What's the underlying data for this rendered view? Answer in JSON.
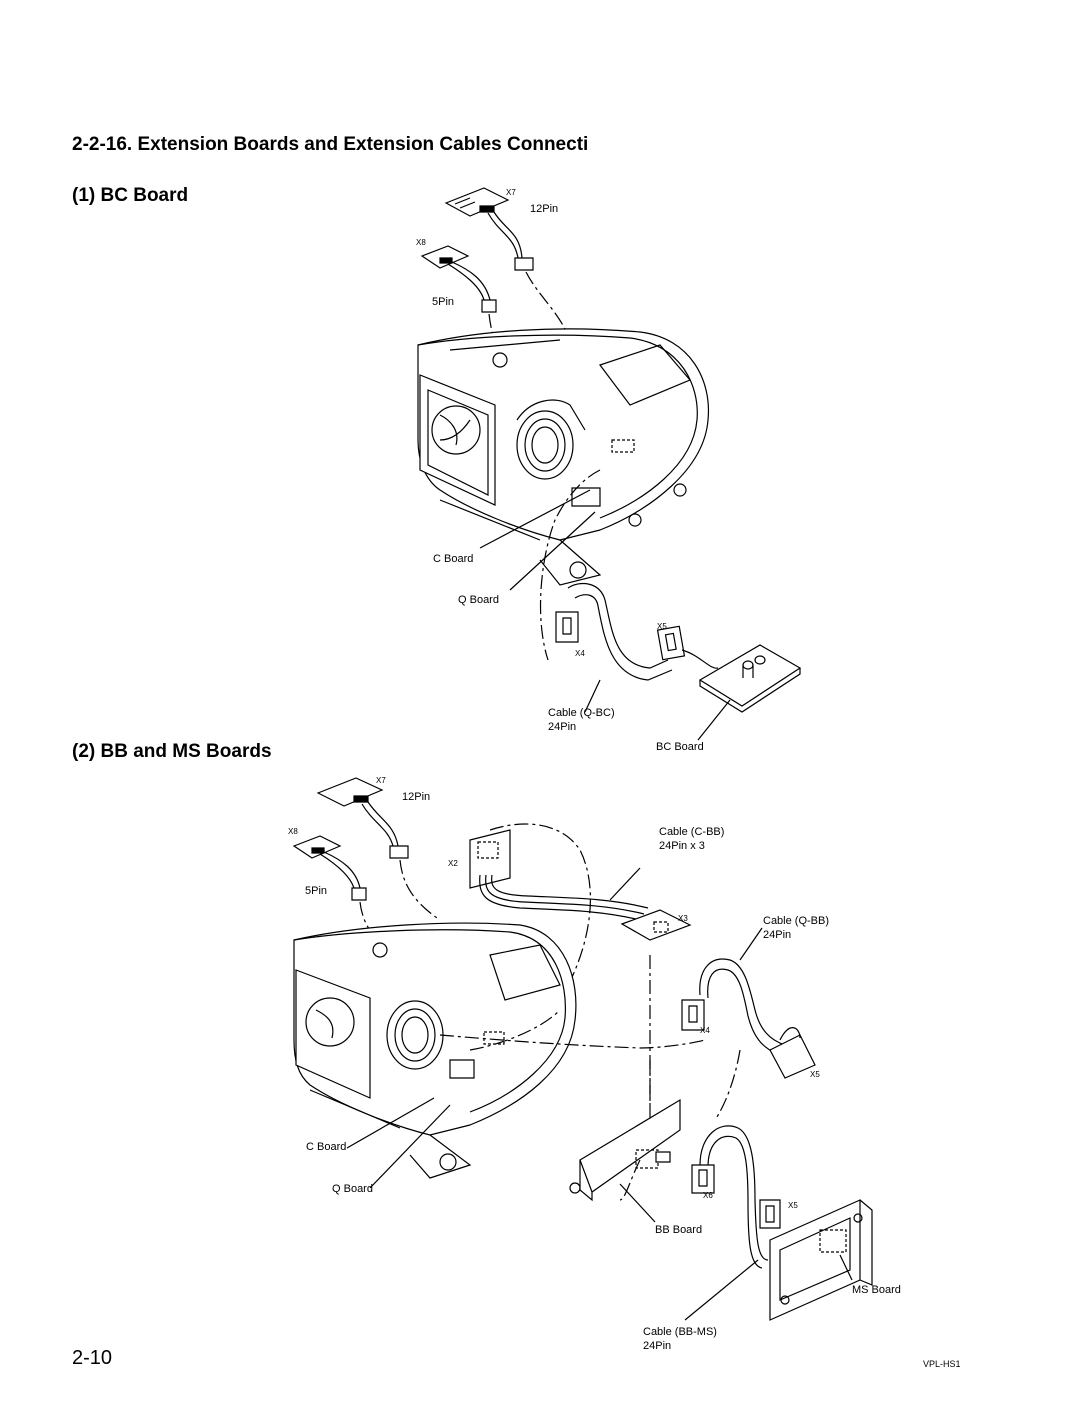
{
  "section": {
    "title": "2-2-16.  Extension Boards and Extension Cables Connecti",
    "sub1": "(1)  BC Board",
    "sub2": "(2) BB and MS Boards"
  },
  "diagram1": {
    "labels": {
      "x7": "X7",
      "pin12": "12Pin",
      "x8": "X8",
      "pin5": "5Pin",
      "c_board": "C Board",
      "q_board": "Q Board",
      "x5": "X5",
      "x4": "X4",
      "cable": "Cable (Q-BC)",
      "cable_pins": "24Pin",
      "bc_board": "BC Board"
    }
  },
  "diagram2": {
    "labels": {
      "x7": "X7",
      "pin12": "12Pin",
      "x8": "X8",
      "pin5": "5Pin",
      "x2": "X2",
      "cable_cbb": "Cable (C-BB)",
      "cable_cbb_pins": "24Pin x 3",
      "x3": "X3",
      "cable_qbb": "Cable (Q-BB)",
      "cable_qbb_pins": "24Pin",
      "x4": "X4",
      "x5": "X5",
      "c_board": "C Board",
      "q_board": "Q Board",
      "x6": "X6",
      "x5b": "X5",
      "bb_board": "BB Board",
      "ms_board": "MS Board",
      "cable_bbms": "Cable (BB-MS)",
      "cable_bbms_pins": "24Pin"
    }
  },
  "footer": {
    "page": "2-10",
    "model": "VPL-HS1"
  }
}
